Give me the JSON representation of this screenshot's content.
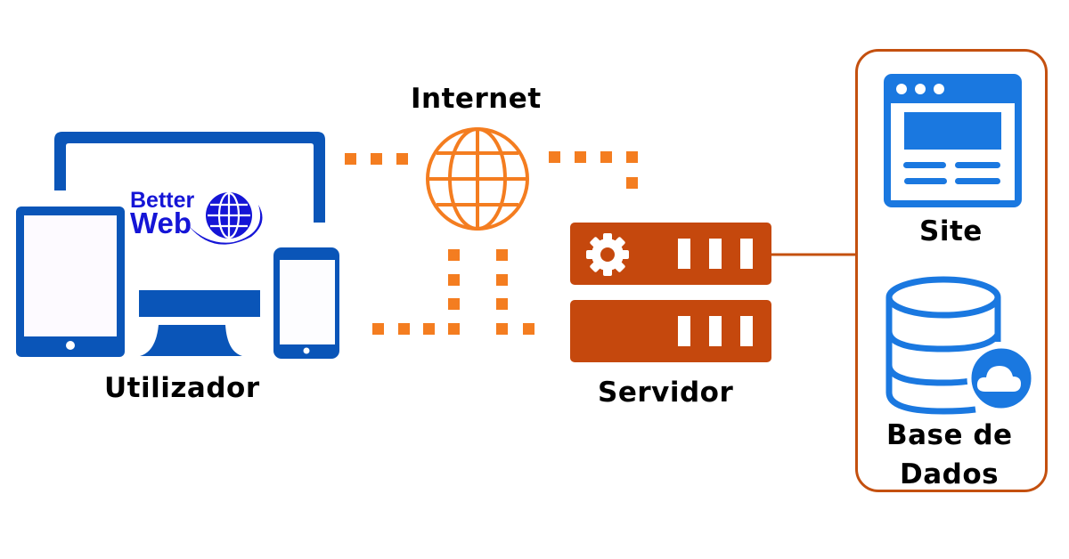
{
  "colors": {
    "device_blue": "#0a55b8",
    "logo_blue": "#1515d6",
    "network_orange": "#f47d20",
    "server_rust": "#c5480d",
    "panel_border": "#c4500f",
    "site_blue": "#1a78e0"
  },
  "nodes": {
    "user": {
      "label": "Utilizador",
      "icon": "devices-icon"
    },
    "internet": {
      "label": "Internet",
      "icon": "globe-icon"
    },
    "server": {
      "label": "Servidor",
      "icon": "server-icon"
    },
    "site": {
      "label": "Site",
      "icon": "browser-window-icon"
    },
    "database": {
      "label_line1": "Base de",
      "label_line2": "Dados",
      "icon": "database-cloud-icon"
    }
  },
  "logo": {
    "line1": "Better",
    "line2": "Web"
  },
  "connections": [
    {
      "from": "Utilizador",
      "to": "Internet",
      "style": "dotted"
    },
    {
      "from": "Internet",
      "to": "Servidor",
      "style": "dotted"
    },
    {
      "from": "Utilizador",
      "to": "Servidor",
      "style": "dotted"
    },
    {
      "from": "Servidor",
      "to": "Site / Base de Dados",
      "style": "solid"
    }
  ]
}
